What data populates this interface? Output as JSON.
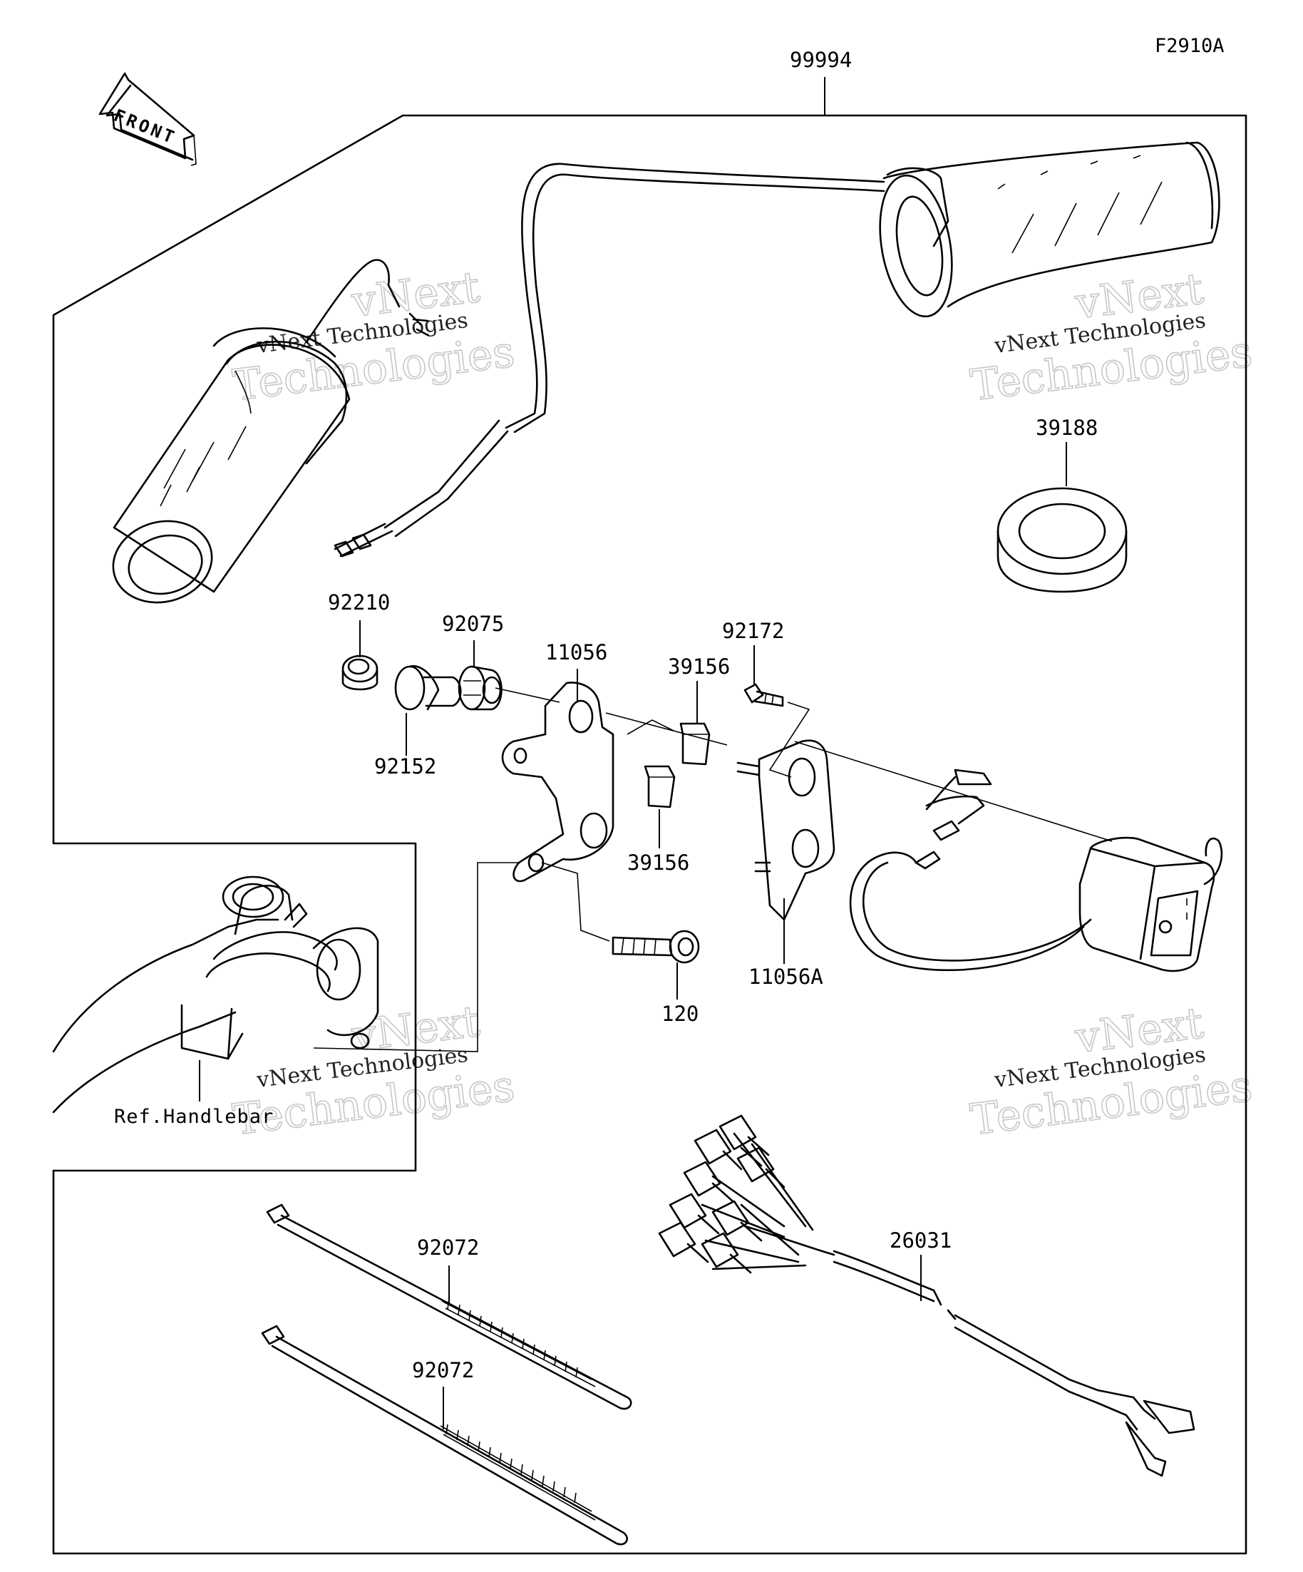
{
  "figure_code": "F2910A",
  "front_arrow": {
    "label": "FRONT",
    "icon": "front-direction-arrow-icon"
  },
  "reference_label": "Ref.Handlebar",
  "watermarks": [
    {
      "line1": "vNext",
      "line2": "vNext Technologies",
      "line3": "Technologies"
    },
    {
      "line1": "vNext",
      "line2": "vNext Technologies",
      "line3": "Technologies"
    },
    {
      "line1": "vNext",
      "line2": "vNext Technologies",
      "line3": "Technologies"
    },
    {
      "line1": "vNext",
      "line2": "vNext Technologies",
      "line3": "Technologies"
    }
  ],
  "parts": [
    {
      "part_no": "99994",
      "icon": "grip-heater-kit-icon"
    },
    {
      "part_no": "39188",
      "icon": "spacer-ring-icon"
    },
    {
      "part_no": "92210",
      "icon": "nut-icon"
    },
    {
      "part_no": "92152",
      "icon": "collar-icon"
    },
    {
      "part_no": "92075",
      "icon": "grommet-icon"
    },
    {
      "part_no": "11056",
      "icon": "bracket-icon"
    },
    {
      "part_no": "39156",
      "icon": "pad-icon"
    },
    {
      "part_no": "92172",
      "icon": "screw-icon"
    },
    {
      "part_no": "39156",
      "icon": "pad-icon"
    },
    {
      "part_no": "11056A",
      "icon": "bracket-plate-icon"
    },
    {
      "part_no": "120",
      "icon": "bolt-icon"
    },
    {
      "part_no": "26031",
      "icon": "wiring-harness-icon"
    },
    {
      "part_no": "92072",
      "icon": "cable-tie-icon"
    },
    {
      "part_no": "92072",
      "icon": "cable-tie-icon"
    }
  ]
}
